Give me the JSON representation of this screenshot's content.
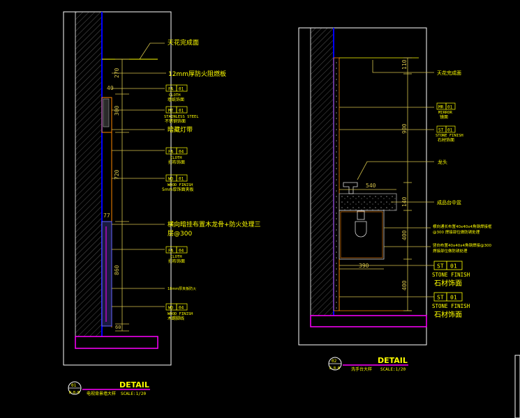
{
  "colors": {
    "background": "#000000",
    "frame": "#ffffff",
    "dim": "#d4c24a",
    "text": "#ffff00",
    "wall": "#0000ff",
    "floor": "#ff00ff",
    "detail": "#ff8800"
  },
  "left": {
    "top_note": "天花完成面",
    "note_fireproof": "12mm厚防火阻燃板",
    "dims": [
      "270",
      "40",
      "300",
      "720",
      "77",
      "860",
      "60"
    ],
    "tags": [
      {
        "code": "FA",
        "num": "01",
        "name": "CLOTH",
        "cn": "墙纸饰面"
      },
      {
        "code": "MT",
        "num": "01",
        "name": "STAINLESS STEEL",
        "cn": "不锈钢饰面"
      },
      {
        "code": "FA",
        "num": "04",
        "name": "CLOTH",
        "cn": "扪布饰面"
      },
      {
        "code": "WD",
        "num": "01",
        "name": "WOOD FINISH",
        "cn": "5mm厚饰面夹板"
      },
      {
        "code": "FA",
        "num": "04",
        "name": "CLOTH",
        "cn": "扪布饰面"
      },
      {
        "code": "WD",
        "num": "04",
        "name": "WOOD FINISH",
        "cn": "木踢脚线"
      }
    ],
    "note_lightslot": "暗藏灯带",
    "note_frame_1": "横向暗挂布置木龙骨+防火处理三",
    "note_frame_2": "层@300",
    "note_small": "18mm厚夹板防火",
    "title_num": "01",
    "title_ref": "B-B-B",
    "title_word": "DETAIL",
    "subtitle": "电视背景墙大样",
    "scale": "SCALE:1/20"
  },
  "right": {
    "dims_v": [
      "110",
      "900",
      "140",
      "400",
      "400"
    ],
    "dim_540": "540",
    "dim_390": "390",
    "note_ceiling": "天花完成面",
    "tag_mirror": {
      "code": "MR",
      "num": "01",
      "name": "MIRROR",
      "cn": "镜面"
    },
    "tag_stone_small": {
      "code": "ST",
      "num": "01",
      "name": "STONE FINISH",
      "cn": "石材饰面"
    },
    "note_faucet": "龙头",
    "note_basin": "成品台中盆",
    "note_frame_1": "横向通长布置40x40x4角钢焊接框",
    "note_frame_2": "@300 焊接部位做防锈处理",
    "note_frame_3": "竖向布置40x40x4角钢焊接@300",
    "note_frame_4": "焊接部位做防锈处理",
    "tag_stone_1": {
      "code": "ST",
      "num": "01",
      "name": "STONE FINISH",
      "cn": "石材饰面"
    },
    "tag_stone_2": {
      "code": "ST",
      "num": "01",
      "name": "STONE FINISH",
      "cn": "石材饰面"
    },
    "title_num": "02",
    "title_ref": "E-B-B",
    "title_word": "DETAIL",
    "subtitle": "洗手台大样",
    "scale": "SCALE:1/20"
  }
}
